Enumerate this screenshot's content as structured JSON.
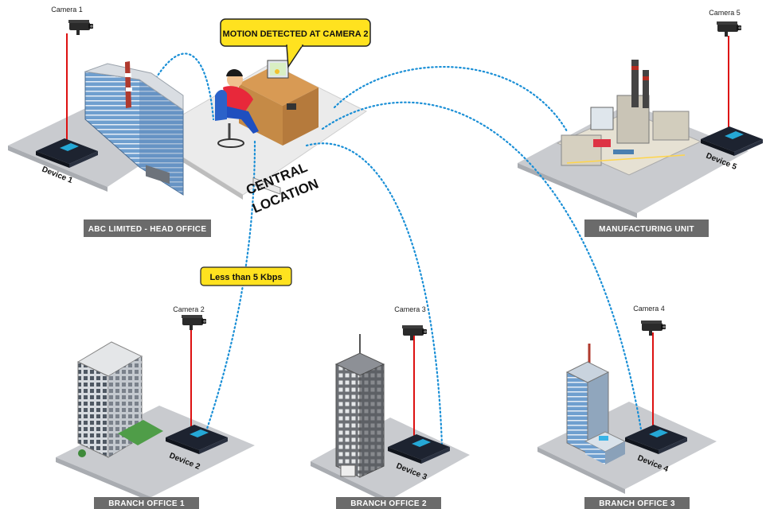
{
  "callouts": {
    "motion_alert": "MOTION DETECTED AT CAMERA 2",
    "bandwidth": "Less than 5 Kbps"
  },
  "central": {
    "line1": "CENTRAL",
    "line2": "LOCATION"
  },
  "sites": {
    "head_office": {
      "label": "ABC LIMITED - HEAD OFFICE",
      "camera": "Camera 1",
      "device": "Device 1"
    },
    "manufacturing": {
      "label": "MANUFACTURING UNIT",
      "camera": "Camera 5",
      "device": "Device 5"
    },
    "branch1": {
      "label": "BRANCH OFFICE 1",
      "camera": "Camera 2",
      "device": "Device 2"
    },
    "branch2": {
      "label": "BRANCH OFFICE 2",
      "camera": "Camera 3",
      "device": "Device 3"
    },
    "branch3": {
      "label": "BRANCH OFFICE 3",
      "camera": "Camera 4",
      "device": "Device 4"
    }
  },
  "colors": {
    "link": "#1a8fd6",
    "camera_pole": "#d11",
    "banner": "#6b6b6b",
    "callout": "#ffe21f",
    "ground": "#c9cbcf"
  }
}
